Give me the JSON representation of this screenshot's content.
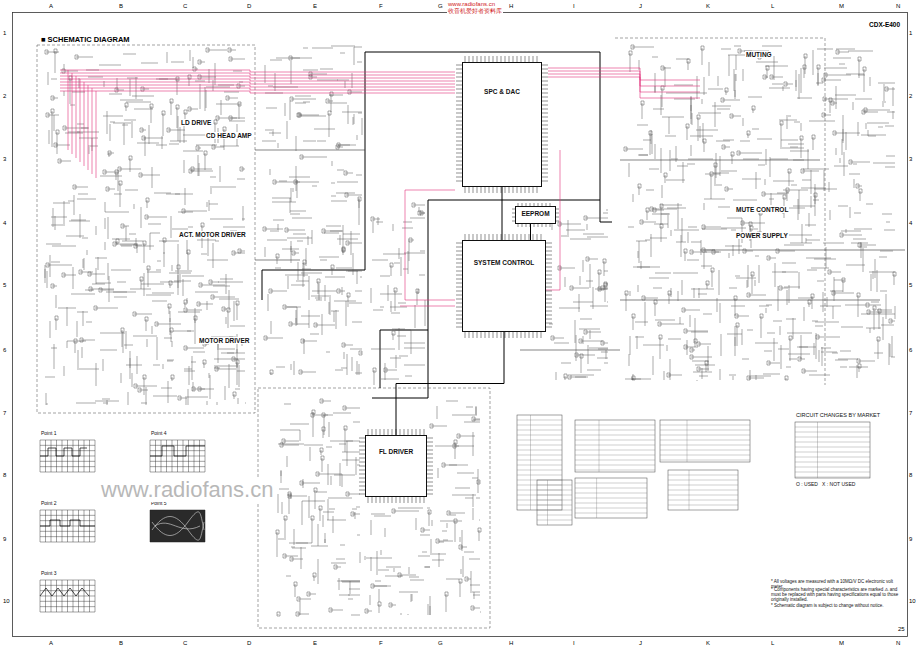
{
  "diagram": {
    "title": "■ SCHEMATIC DIAGRAM",
    "nodes": [
      {
        "text": [
          "SPC & DAC"
        ]
      },
      {
        "text": [
          "SYSTEM CONTROL"
        ]
      },
      {
        "text": [
          "EEPROM"
        ]
      },
      {
        "text": [
          "FL DRIVER"
        ]
      }
    ],
    "edges": [
      {
        "from": 0,
        "to": 1,
        "arrow": "none"
      },
      {
        "from": 1,
        "to": 2,
        "arrow": "none"
      },
      {
        "from": 1,
        "to": 3,
        "arrow": "none"
      }
    ],
    "labels": [
      "CDX-E400",
      "www.radiofans.cn",
      "收音机爱好者资料库",
      "A",
      "B",
      "C",
      "D",
      "E",
      "F",
      "G",
      "H",
      "I",
      "J",
      "K",
      "L",
      "M",
      "N",
      "A",
      "B",
      "C",
      "D",
      "E",
      "F",
      "G",
      "H",
      "I",
      "J",
      "K",
      "L",
      "M",
      "N",
      "1",
      "2",
      "3",
      "4",
      "5",
      "6",
      "7",
      "8",
      "9",
      "10",
      "1",
      "2",
      "3",
      "4",
      "5",
      "6",
      "7",
      "8",
      "9",
      "10",
      "LD DRIVE",
      "CD HEAD AMP",
      "ACT. MOTOR DRIVER",
      "MOTOR DRIVER",
      "MUTING",
      "MUTE CONTROL",
      "POWER SUPPLY",
      "CIRCUIT CHANGES BY MARKET",
      "O : USED   X : NOT USED",
      "Point 1",
      "Point 2",
      "Point 3",
      "Point 4",
      "Point 5",
      "* All voltages are measured with a 10MΩ/V DC electronic volt meter.",
      "* Components having special characteristics are marked ⚠ and must be replaced with parts having specifications equal to those originally installed.",
      "* Schematic diagram is subject to change without notice.",
      "25",
      "www.radiofans.cn"
    ]
  }
}
